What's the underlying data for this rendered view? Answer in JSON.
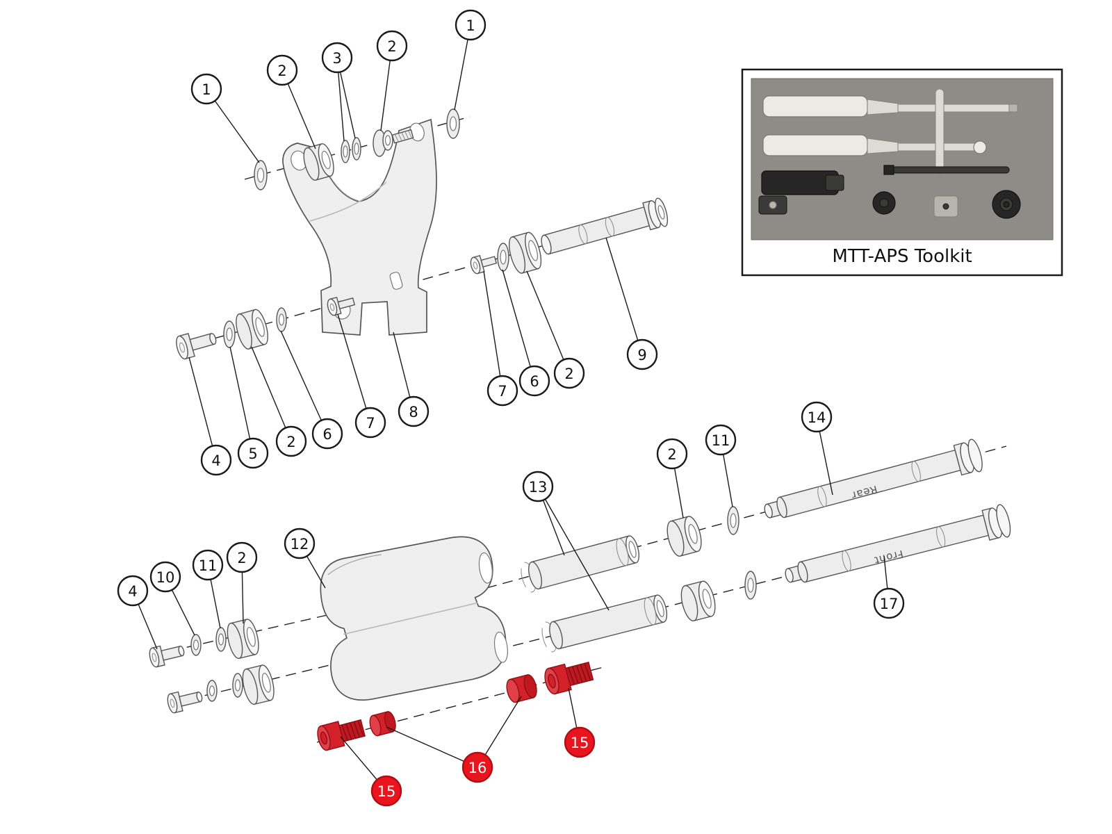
{
  "inset": {
    "caption": "MTT-APS Toolkit"
  },
  "axles": {
    "rear_label": "Rear",
    "front_label": "Front"
  },
  "colors": {
    "highlight_red": "#e8141e",
    "part_fill": "#ededed",
    "line": "#1a1a1a"
  },
  "callouts": [
    {
      "num": "1"
    },
    {
      "num": "2"
    },
    {
      "num": "3"
    },
    {
      "num": "2"
    },
    {
      "num": "1"
    },
    {
      "num": "4"
    },
    {
      "num": "5"
    },
    {
      "num": "2"
    },
    {
      "num": "6"
    },
    {
      "num": "7"
    },
    {
      "num": "8"
    },
    {
      "num": "7"
    },
    {
      "num": "6"
    },
    {
      "num": "2"
    },
    {
      "num": "9"
    },
    {
      "num": "4"
    },
    {
      "num": "10"
    },
    {
      "num": "11"
    },
    {
      "num": "2"
    },
    {
      "num": "12"
    },
    {
      "num": "13"
    },
    {
      "num": "2"
    },
    {
      "num": "11"
    },
    {
      "num": "14"
    },
    {
      "num": "17"
    },
    {
      "num": "15",
      "highlighted": true
    },
    {
      "num": "16",
      "highlighted": true
    },
    {
      "num": "15",
      "highlighted": true
    }
  ]
}
